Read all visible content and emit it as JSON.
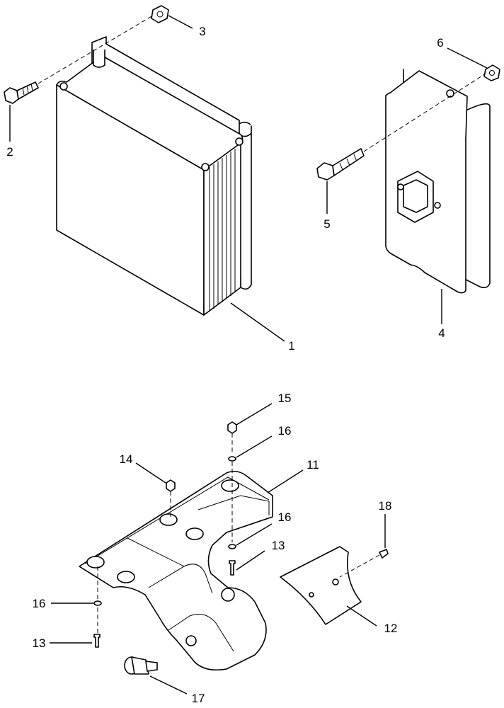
{
  "callouts": {
    "c1": "1",
    "c2": "2",
    "c3": "3",
    "c4": "4",
    "c5": "5",
    "c6": "6",
    "c11": "11",
    "c12": "12",
    "c13a": "13",
    "c13b": "13",
    "c14": "14",
    "c15": "15",
    "c16a": "16",
    "c16b": "16",
    "c16c": "16",
    "c17": "17",
    "c18": "18"
  }
}
